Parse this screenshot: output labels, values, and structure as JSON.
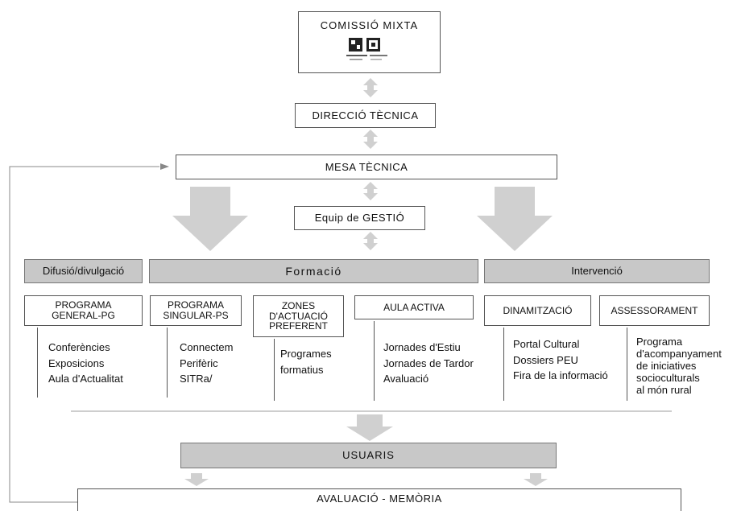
{
  "colors": {
    "box_border": "#555555",
    "gray_fill": "#c8c8c8",
    "arrow_fill": "#d0d0d0",
    "connector": "#888888"
  },
  "top": {
    "comissio": "COMISSIÓ MIXTA",
    "direccio": "DIRECCIÓ TÈCNICA",
    "mesa": "MESA TÈCNICA",
    "equip": "Equip de GESTIÓ"
  },
  "headers": {
    "difusio": "Difusió/divulgació",
    "formacio": "Formació",
    "intervencio": "Intervenció"
  },
  "programs": {
    "general": "PROGRAMA GENERAL-PG",
    "singular": "PROGRAMA SINGULAR-PS",
    "zones": "ZONES D'ACTUACIÓ PREFERENT",
    "aula": "AULA ACTIVA",
    "dinamitzacio": "DINAMITZACIÓ",
    "assessorament": "ASSESSORAMENT"
  },
  "lists": {
    "general": [
      "Conferències",
      "Exposicions",
      "Aula d'Actualitat"
    ],
    "singular": [
      "Connectem",
      "Perifèric",
      "SITRa/"
    ],
    "zones": [
      "Programes",
      "formatius"
    ],
    "aula": [
      "Jornades d'Estiu",
      "Jornades de Tardor",
      "Avaluació"
    ],
    "dinamitzacio": [
      "Portal Cultural",
      "Dossiers PEU",
      "Fira de la informació"
    ],
    "assessorament": [
      "Programa",
      "d'acompanyament",
      "de iniciatives",
      "socioculturals",
      "al món rural"
    ]
  },
  "bottom": {
    "usuaris": "USUARIS",
    "avaluacio": "AVALUACIÓ - MEMÒRIA"
  }
}
